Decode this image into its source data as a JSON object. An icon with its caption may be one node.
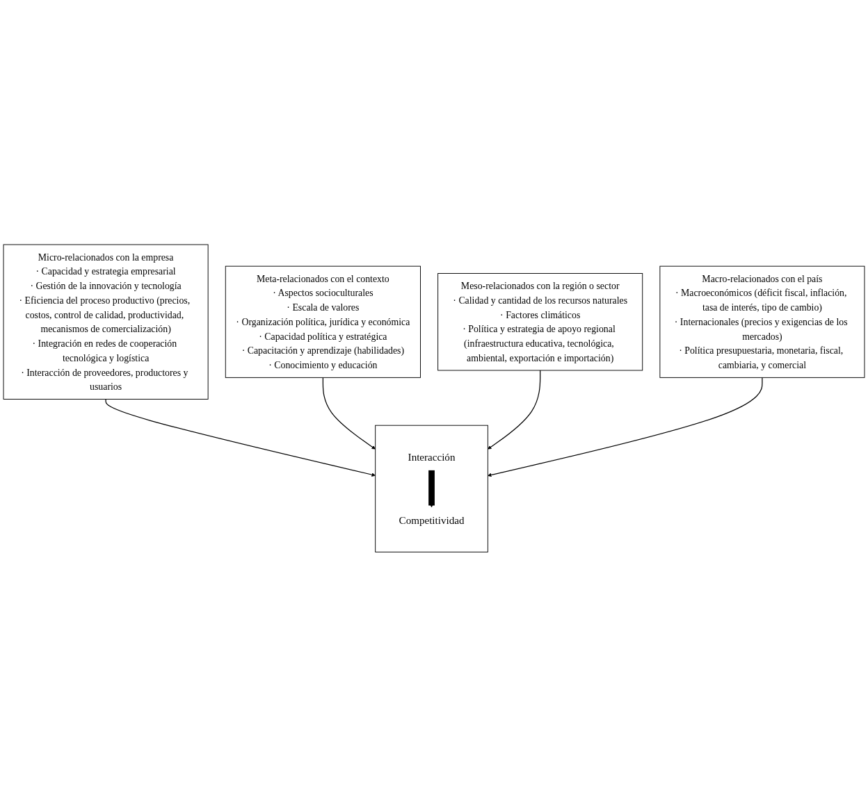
{
  "diagram": {
    "nodes": [
      {
        "text": [
          "Micro-relacionados con la empresa",
          "· Capacidad y estrategia empresarial",
          "· Gestión de la innovación y tecnología",
          "· Eficiencia del proceso productivo (precios, costos, control de calidad, productividad, mecanismos de comercialización)",
          "· Integración en redes de cooperación tecnológica y logística",
          "· Interacción de proveedores, productores y usuarios"
        ]
      },
      {
        "text": [
          "Meta-relacionados con el contexto",
          "· Aspectos socioculturales",
          "· Escala de valores",
          "· Organización política, jurídica y económica",
          "· Capacidad política y estratégica",
          "· Capacitación y aprendizaje (habilidades)",
          "· Conocimiento y educación"
        ]
      },
      {
        "text": [],
        "shape": "box"
      },
      {
        "text": [
          "Interacción"
        ],
        "in": 2
      },
      {
        "text": [
          "Competitividad"
        ],
        "in": 2
      },
      {
        "text": [
          "Meso-relacionados con la región o sector",
          "· Calidad y cantidad de los recursos naturales",
          "· Factores climáticos",
          "· Política y estrategia de apoyo regional (infraestructura educativa, tecnológica, ambiental, exportación e importación)"
        ]
      },
      {
        "text": [
          "Macro-relacionados con el país",
          "· Macroeconómicos (déficit fiscal, inflación, tasa de interés, tipo de cambio)",
          "· Internacionales (precios y exigencias de los mercados)",
          "· Política presupuestaria, monetaria, fiscal, cambiaria, y comercial"
        ]
      }
    ],
    "edges": [
      {
        "from": 0,
        "to": 2,
        "arrow": "to"
      },
      {
        "from": 1,
        "to": 2,
        "arrow": "to"
      },
      {
        "from": 3,
        "to": 4,
        "arrow": "to",
        "style": "thick"
      },
      {
        "from": 5,
        "to": 2,
        "arrow": "to"
      },
      {
        "from": 6,
        "to": 2,
        "arrow": "to"
      }
    ]
  }
}
